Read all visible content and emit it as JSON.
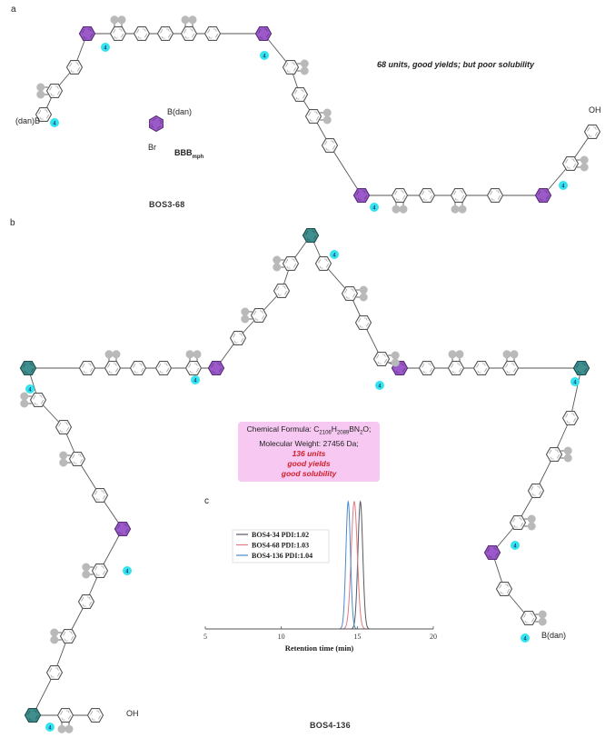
{
  "panels": {
    "a": {
      "letter": "a",
      "note": "68 units, good yields; but poor solubility",
      "caption": "BOS3-68",
      "monomer_label": "BBB",
      "monomer_subscript": "mph",
      "monomer_substituent_top": "B(dan)",
      "monomer_substituent_bottom": "Br",
      "end_group_left": "(dan)B",
      "end_group_right": "OH",
      "repeat_count": "4"
    },
    "b": {
      "letter": "b",
      "caption": "BOS4-136",
      "end_group_right": "B(dan)",
      "end_group_bottom": "OH",
      "repeat_count": "4",
      "info_box": {
        "formula_prefix": "Chemical Formula: C",
        "formula_c": "2106",
        "formula_h_prefix": "H",
        "formula_h": "2089",
        "formula_b": "BN",
        "formula_n": "2",
        "formula_suffix": "O;",
        "molecular_weight": "Molecular Weight: 27456 Da;",
        "units": "136 units",
        "yields": "good yields",
        "solubility": "good solubility"
      }
    },
    "c": {
      "letter": "c"
    }
  },
  "colors": {
    "purple_ring": "#9b59c9",
    "teal_ring": "#3f8f8f",
    "cyan_marker": "#33e3ef",
    "grey_substituent": "#b9b9b9",
    "info_box_bg": "#f7c8f2",
    "info_highlight": "#d0202a"
  },
  "chart_data": {
    "type": "line",
    "title": "",
    "xlabel": "Retention time (min)",
    "ylabel": "",
    "xlim": [
      5,
      20
    ],
    "ylim": [
      0,
      1
    ],
    "x_ticks": [
      "5",
      "10",
      "15",
      "20"
    ],
    "grid": false,
    "legend_position": "top-left",
    "series": [
      {
        "name": "BOS4-34",
        "pdi": "PDI:1.02",
        "color": "#555a60",
        "peak_x": 15.2,
        "peak_height": 1.0,
        "width": 0.16
      },
      {
        "name": "BOS4-68",
        "pdi": "PDI:1.03",
        "color": "#e07a84",
        "peak_x": 14.8,
        "peak_height": 1.0,
        "width": 0.2
      },
      {
        "name": "BOS4-136",
        "pdi": "PDI:1.04",
        "color": "#4a8ccc",
        "peak_x": 14.4,
        "peak_height": 1.0,
        "width": 0.15
      }
    ]
  }
}
